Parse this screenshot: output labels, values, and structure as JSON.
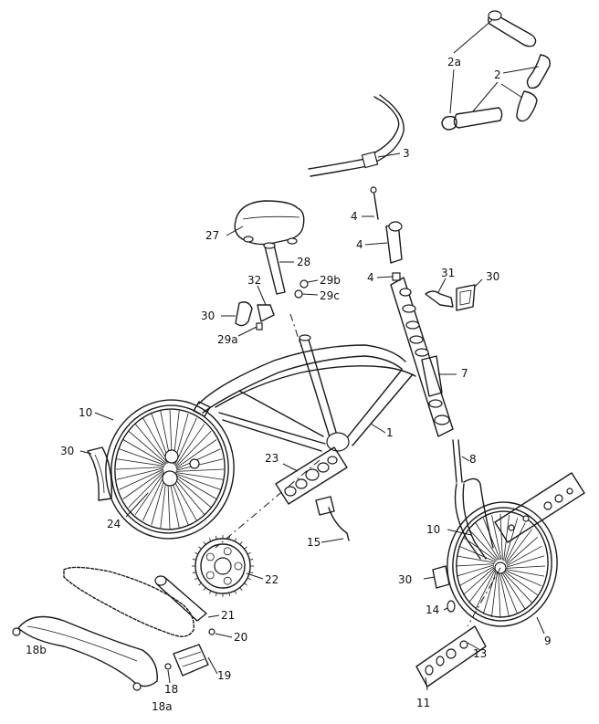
{
  "callouts": [
    {
      "id": "c2a",
      "text": "2a"
    },
    {
      "id": "c2",
      "text": "2"
    },
    {
      "id": "c3",
      "text": "3"
    },
    {
      "id": "c4a",
      "text": "4"
    },
    {
      "id": "c4b",
      "text": "4"
    },
    {
      "id": "c4c",
      "text": "4"
    },
    {
      "id": "c27",
      "text": "27"
    },
    {
      "id": "c28",
      "text": "28"
    },
    {
      "id": "c29b",
      "text": "29b"
    },
    {
      "id": "c29c",
      "text": "29c"
    },
    {
      "id": "c32",
      "text": "32"
    },
    {
      "id": "c30a",
      "text": "30"
    },
    {
      "id": "c29a",
      "text": "29a"
    },
    {
      "id": "c31",
      "text": "31"
    },
    {
      "id": "c30b",
      "text": "30"
    },
    {
      "id": "c7",
      "text": "7"
    },
    {
      "id": "c1",
      "text": "1"
    },
    {
      "id": "c10a",
      "text": "10"
    },
    {
      "id": "c30c",
      "text": "30"
    },
    {
      "id": "c23",
      "text": "23"
    },
    {
      "id": "c24",
      "text": "24"
    },
    {
      "id": "c8",
      "text": "8"
    },
    {
      "id": "c15",
      "text": "15"
    },
    {
      "id": "c10b",
      "text": "10"
    },
    {
      "id": "c22",
      "text": "22"
    },
    {
      "id": "c30d",
      "text": "30"
    },
    {
      "id": "c14",
      "text": "14"
    },
    {
      "id": "c9",
      "text": "9"
    },
    {
      "id": "c21",
      "text": "21"
    },
    {
      "id": "c20",
      "text": "20"
    },
    {
      "id": "c13",
      "text": "13"
    },
    {
      "id": "c18b",
      "text": "18b"
    },
    {
      "id": "c19",
      "text": "19"
    },
    {
      "id": "c18",
      "text": "18"
    },
    {
      "id": "c18a",
      "text": "18a"
    },
    {
      "id": "c11",
      "text": "11"
    }
  ]
}
